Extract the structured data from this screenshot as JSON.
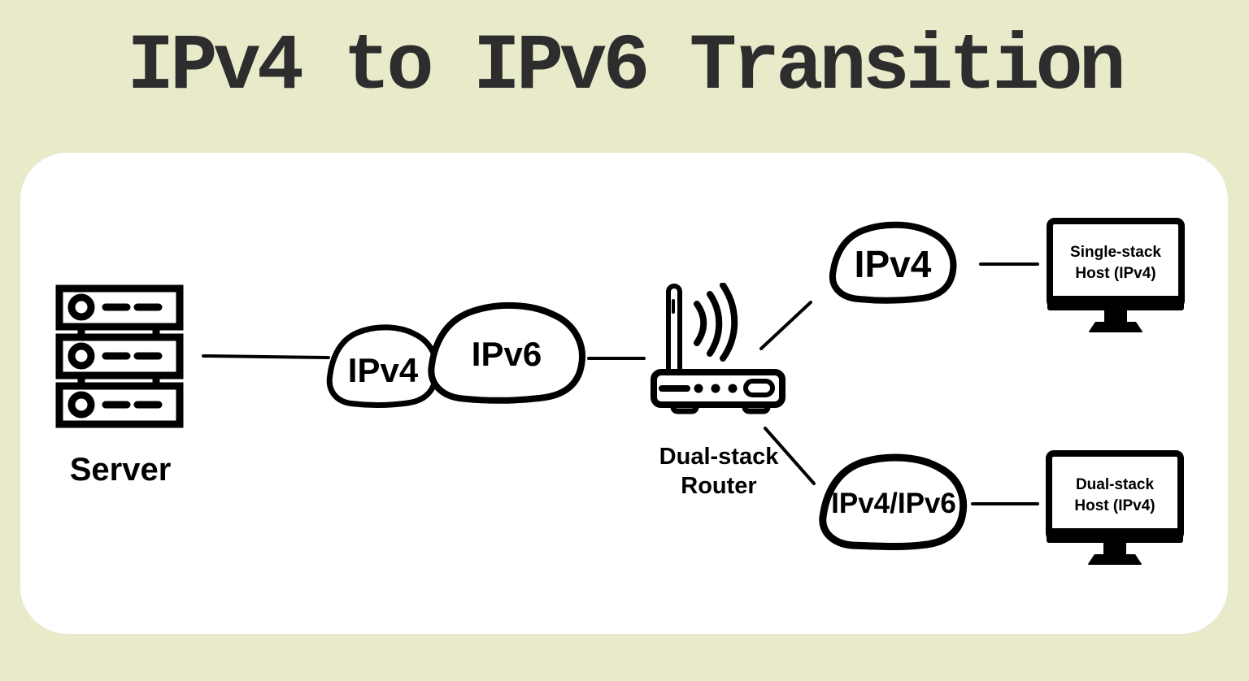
{
  "title": "IPv4 to IPv6 Transition",
  "palette": {
    "background": "#e9eaca",
    "panel": "#ffffff",
    "ink": "#000000",
    "title_ink": "#2d2d2d"
  },
  "diagram": {
    "server": {
      "label": "Server",
      "icon": "server-rack-icon"
    },
    "clouds": {
      "ipv4_left": {
        "label": "IPv4"
      },
      "ipv6": {
        "label": "IPv6"
      },
      "ipv4_right": {
        "label": "IPv4"
      },
      "ipv4_ipv6": {
        "label": "IPv4/IPv6"
      }
    },
    "router": {
      "line1": "Dual-stack",
      "line2": "Router",
      "icon": "wifi-router-icon"
    },
    "hosts": {
      "single_stack": {
        "line1": "Single-stack",
        "line2": "Host (IPv4)",
        "icon": "desktop-monitor-icon"
      },
      "dual_stack": {
        "line1": "Dual-stack",
        "line2": "Host (IPv4)",
        "icon": "desktop-monitor-icon"
      }
    }
  }
}
